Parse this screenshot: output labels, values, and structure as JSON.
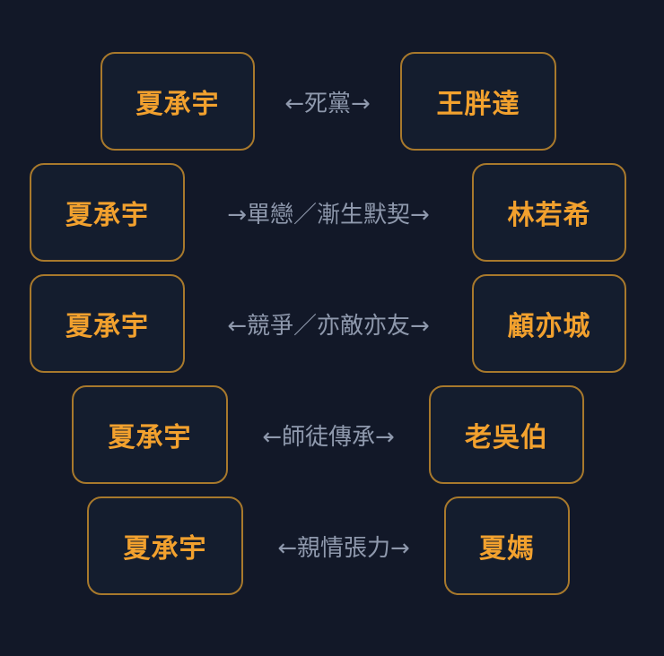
{
  "relations": [
    {
      "left": "夏承宇",
      "label": "←死黨→",
      "right": "王胖達"
    },
    {
      "left": "夏承宇",
      "label": "→單戀／漸生默契→",
      "right": "林若希"
    },
    {
      "left": "夏承宇",
      "label": "←競爭／亦敵亦友→",
      "right": "顧亦城"
    },
    {
      "left": "夏承宇",
      "label": "←師徒傳承→",
      "right": "老吳伯"
    },
    {
      "left": "夏承宇",
      "label": "←親情張力→",
      "right": "夏媽"
    }
  ],
  "colors": {
    "background": "#121828",
    "node_fill": "#141d2e",
    "node_border": "#a8792c",
    "node_text": "#f2a12e",
    "label_text": "#8f99ad"
  }
}
